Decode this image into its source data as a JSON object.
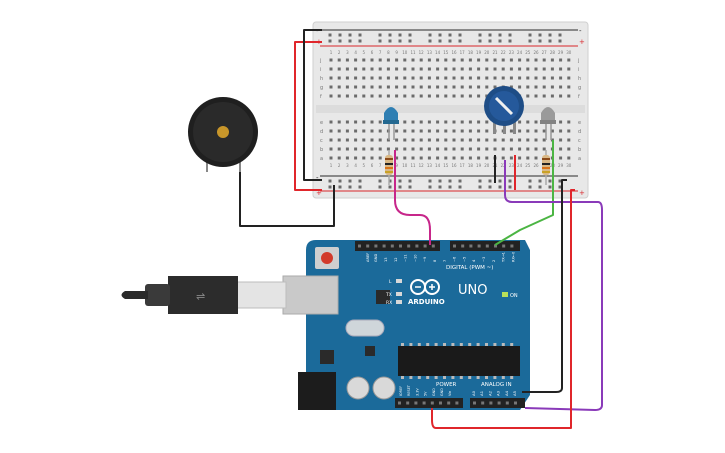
{
  "breadboard": {
    "row_labels_top": [
      "j",
      "i",
      "h",
      "g",
      "f"
    ],
    "row_labels_bottom": [
      "e",
      "d",
      "c",
      "b",
      "a"
    ],
    "column_numbers": [
      "1",
      "2",
      "3",
      "4",
      "5",
      "6",
      "7",
      "8",
      "9",
      "10",
      "11",
      "12",
      "13",
      "14",
      "15",
      "16",
      "17",
      "18",
      "19",
      "20",
      "21",
      "22",
      "23",
      "24",
      "25",
      "26",
      "27",
      "28",
      "29",
      "30"
    ],
    "rail_plus": "+",
    "rail_minus": "-"
  },
  "arduino": {
    "brand": "ARDUINO",
    "model": "UNO",
    "digital_label": "DIGITAL (PWM ~)",
    "power_label": "POWER",
    "analog_label": "ANALOG IN",
    "on_label": "ON",
    "tx_label": "TX",
    "rx_label": "RX",
    "l_label": "L",
    "aref_label": "AREF",
    "gnd_label": "GND",
    "digital_pins": [
      "13",
      "12",
      "~11",
      "~10",
      "~9",
      "8",
      "7",
      "~6",
      "~5",
      "4",
      "~3",
      "2",
      "TX→1",
      "RX←0"
    ],
    "power_pins": [
      "IOREF",
      "RESET",
      "3.3V",
      "5V",
      "GND",
      "GND",
      "Vin"
    ],
    "analog_pins": [
      "A0",
      "A1",
      "A2",
      "A3",
      "A4",
      "A5"
    ]
  },
  "colors": {
    "board": "#1b6a9a",
    "board_dark": "#124e73",
    "breadboard": "#e9e9e9",
    "wire_red": "#e0262b",
    "wire_black": "#222222",
    "wire_magenta": "#c7268a",
    "wire_green": "#4bb543",
    "wire_purple": "#8a3ab9"
  }
}
